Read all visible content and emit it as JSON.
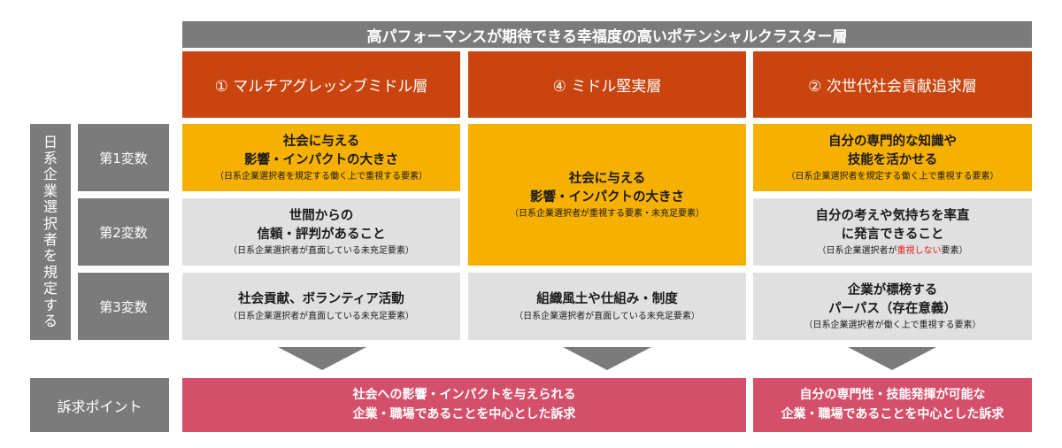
{
  "header": "高パフォーマンスが期待できる幸福度の高いポテンシャルクラスター層",
  "columns": [
    {
      "title": "① マルチアグレッシブミドル層"
    },
    {
      "title": "④ ミドル堅実層"
    },
    {
      "title": "② 次世代社会貢献追求層"
    }
  ],
  "row_header": {
    "side_label": "日系企業選択者を規定する",
    "var1": "第1変数",
    "var2": "第2変数",
    "var3": "第3変数"
  },
  "cells": {
    "c1_v1_main": "社会に与える\n影響・インパクトの大きさ",
    "c1_v1_sub": "（日系企業選択者を規定する働く上で重視する要素）",
    "c1_v2_main": "世間からの\n信頼・評判があること",
    "c1_v2_sub": "（日系企業選択者が直面している未充足要素）",
    "c1_v3_main": "社会貢献、ボランティア活動",
    "c1_v3_sub": "（日系企業選択者が直面している未充足要素）",
    "c2_v12_main": "社会に与える\n影響・インパクトの大きさ",
    "c2_v12_sub": "（日系企業選択者が重視する要素・未充足要素）",
    "c2_v3_main": "組織風土や仕組み・制度",
    "c2_v3_sub": "（日系企業選択者が直面している未充足要素）",
    "c3_v1_main": "自分の専門的な知識や\n技能を活かせる",
    "c3_v1_sub": "（日系企業選択者を規定する働く上で重視する要素）",
    "c3_v2_main": "自分の考えや気持ちを率直\nに発言できること",
    "c3_v2_sub_pre": "（日系企業選択者が",
    "c3_v2_sub_red": "重視しない",
    "c3_v2_sub_post": "要素）",
    "c3_v3_main": "企業が標榜する\nパーパス（存在意義）",
    "c3_v3_sub": "（日系企業選択者が働く上で重視する要素）"
  },
  "appeal": {
    "label": "訴求ポイント",
    "left": "社会への影響・インパクトを与えられる\n企業・職場であることを中心とした訴求",
    "right": "自分の専門性・技能発揮が可能な\n企業・職場であることを中心とした訴求"
  },
  "colors": {
    "header_gray": "#7b7b7b",
    "orange": "#c9440e",
    "yellow": "#f5b000",
    "light_gray": "#e0e0e0",
    "pink": "#d4506a",
    "red_text": "#e0201e"
  }
}
